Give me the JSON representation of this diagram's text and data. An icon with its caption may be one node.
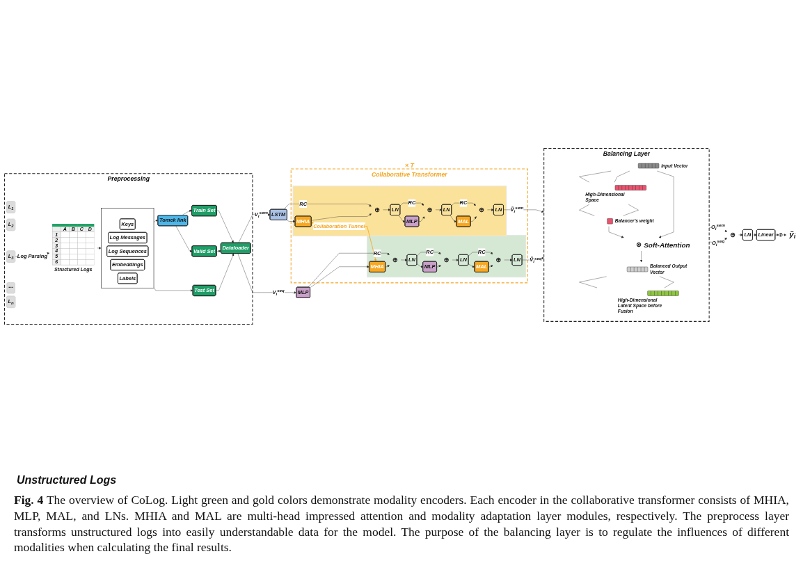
{
  "diagram": {
    "caption": "**Fig. 4** The overview of CoLog. Light green and gold colors demonstrate modality encoders. Each encoder in the collaborative transformer consists of MHIA, MLP, MAL, and LNs. MHIA and MAL are multi-head impressed attention and modality adaptation layer modules, respectively. The preprocess layer transforms unstructured logs into easily understandable data for the model. The purpose of the balancing layer is to regulate the influences of different modalities when calculating the final results.",
    "nodes": [
      {
        "text": [
          "Preprocessing"
        ]
      },
      {
        "text": [
          "L$_{1}$"
        ],
        "in": 0
      },
      {
        "text": [
          "L$_{2}$"
        ],
        "in": 0
      },
      {
        "text": [
          "L$_{3}$"
        ],
        "in": 0
      },
      {
        "text": [
          "⋯"
        ],
        "in": 0
      },
      {
        "text": [
          "L$_{n}$"
        ],
        "in": 0
      },
      {
        "text": [
          "A",
          "B",
          "C",
          "D",
          "1",
          "2",
          "3",
          "4",
          "5",
          "6"
        ],
        "beside": [
          "Structured Logs"
        ],
        "in": 0
      },
      {
        "text": [],
        "shape": "box",
        "in": 0
      },
      {
        "text": [
          "Keys"
        ],
        "in": 7
      },
      {
        "text": [
          "Log Messages"
        ],
        "in": 7
      },
      {
        "text": [
          "Log Sequences"
        ],
        "in": 7
      },
      {
        "text": [
          "Embeddings"
        ],
        "in": 7
      },
      {
        "text": [
          "Labels"
        ],
        "in": 7
      },
      {
        "text": [
          "Tomek link"
        ],
        "in": 0
      },
      {
        "text": [
          "Train Set"
        ],
        "in": 0
      },
      {
        "text": [
          "Valid Set"
        ],
        "in": 0
      },
      {
        "text": [
          "Test Set"
        ],
        "in": 0
      },
      {
        "text": [
          "Dataloader"
        ],
        "in": 0
      },
      {
        "text": [
          "× T",
          "Collaborative Transformer"
        ]
      },
      {
        "text": [],
        "shape": "box",
        "in": 18
      },
      {
        "text": [],
        "shape": "box",
        "in": 18
      },
      {
        "text": [
          "LN"
        ],
        "in": 19
      },
      {
        "text": [
          "⊕"
        ],
        "in": 19
      },
      {
        "text": [
          "MAL"
        ],
        "in": 19
      },
      {
        "text": [
          "LN"
        ],
        "in": 19
      },
      {
        "text": [
          "⊕"
        ],
        "in": 19
      },
      {
        "text": [
          "MLP"
        ],
        "in": 19
      },
      {
        "text": [
          "LN"
        ],
        "in": 19
      },
      {
        "text": [
          "⊕"
        ],
        "in": 19
      },
      {
        "text": [
          "MHIA"
        ],
        "in": 19
      },
      {
        "text": [
          "LN"
        ],
        "in": 20
      },
      {
        "text": [
          "⊕"
        ],
        "in": 20
      },
      {
        "text": [
          "MAL"
        ],
        "in": 20
      },
      {
        "text": [
          "LN"
        ],
        "in": 20
      },
      {
        "text": [
          "⊕"
        ],
        "in": 20
      },
      {
        "text": [
          "MLP"
        ],
        "in": 20
      },
      {
        "text": [
          "LN"
        ],
        "in": 20
      },
      {
        "text": [
          "⊕"
        ],
        "in": 20
      },
      {
        "text": [
          "MHIA"
        ],
        "in": 20
      },
      {
        "text": [
          "Balancing Layer"
        ]
      },
      {
        "text": [],
        "shape": "bar",
        "beside": [
          "Input Vector"
        ],
        "in": 39
      },
      {
        "text": [],
        "shape": "bar",
        "beside": [
          "High-Dimensional Space"
        ],
        "in": 39
      },
      {
        "text": [],
        "shape": "box",
        "beside": [
          "Balancer's weight"
        ],
        "in": 39
      },
      {
        "text": [
          "⊗"
        ],
        "beside": [
          "Soft-Attention"
        ],
        "in": 39
      },
      {
        "text": [],
        "shape": "bar",
        "beside": [
          "Balanced Output Vector"
        ],
        "in": 39
      },
      {
        "text": [],
        "shape": "bar",
        "beside": [
          "High-Dimensional Latent Space before Fusion"
        ],
        "in": 39
      },
      {
        "text": [
          "⊕"
        ]
      },
      {
        "text": [
          "LN"
        ]
      },
      {
        "text": [
          "Linear"
        ]
      },
      {
        "text": [
          "f"
        ]
      },
      {
        "text": [
          "ỹ$_{i}$"
        ]
      },
      {
        "text": [
          "LSTM"
        ]
      },
      {
        "text": [
          "MLP"
        ]
      }
    ],
    "edges": [
      {
        "from": 3,
        "to": 6,
        "arrow": "to",
        "label": "Log Parsing"
      },
      {
        "from": 6,
        "to": 7,
        "arrow": "to"
      },
      {
        "from": 7,
        "to": 13,
        "arrow": "to"
      },
      {
        "from": 7,
        "to": 16,
        "arrow": "to"
      },
      {
        "from": 13,
        "to": 14,
        "arrow": "to"
      },
      {
        "from": 13,
        "to": 15,
        "arrow": "to"
      },
      {
        "from": 14,
        "to": 17,
        "arrow": "to"
      },
      {
        "from": 15,
        "to": 17,
        "arrow": "to"
      },
      {
        "from": 16,
        "to": 17,
        "arrow": "to"
      },
      {
        "from": 17,
        "to": 51,
        "arrow": "to",
        "label": "V$_{i}$$^{sem}$"
      },
      {
        "from": 17,
        "to": 52,
        "arrow": "to",
        "label": "V$_{i}$$^{seq}$"
      },
      {
        "from": 51,
        "to": 29,
        "arrow": "to"
      },
      {
        "from": 51,
        "to": 28,
        "arrow": "to",
        "label": "RC"
      },
      {
        "from": 29,
        "to": 28,
        "arrow": "to"
      },
      {
        "from": 28,
        "to": 27,
        "arrow": "to"
      },
      {
        "from": 27,
        "to": 26,
        "arrow": "to"
      },
      {
        "from": 27,
        "to": 25,
        "arrow": "to",
        "label": "RC"
      },
      {
        "from": 26,
        "to": 25,
        "arrow": "to"
      },
      {
        "from": 25,
        "to": 24,
        "arrow": "to"
      },
      {
        "from": 24,
        "to": 23,
        "arrow": "to"
      },
      {
        "from": 24,
        "to": 22,
        "arrow": "to",
        "label": "RC"
      },
      {
        "from": 23,
        "to": 22,
        "arrow": "to"
      },
      {
        "from": 22,
        "to": 21,
        "arrow": "to"
      },
      {
        "from": 52,
        "to": 38,
        "arrow": "to"
      },
      {
        "from": 52,
        "to": 37,
        "arrow": "to",
        "label": "RC"
      },
      {
        "from": 38,
        "to": 37,
        "arrow": "to"
      },
      {
        "from": 37,
        "to": 36,
        "arrow": "to"
      },
      {
        "from": 36,
        "to": 35,
        "arrow": "to"
      },
      {
        "from": 36,
        "to": 34,
        "arrow": "to",
        "label": "RC"
      },
      {
        "from": 35,
        "to": 34,
        "arrow": "to"
      },
      {
        "from": 34,
        "to": 33,
        "arrow": "to"
      },
      {
        "from": 33,
        "to": 32,
        "arrow": "to"
      },
      {
        "from": 33,
        "to": 31,
        "arrow": "to",
        "label": "RC"
      },
      {
        "from": 32,
        "to": 31,
        "arrow": "to"
      },
      {
        "from": 31,
        "to": 30,
        "arrow": "to"
      },
      {
        "from": 29,
        "to": 38,
        "arrow": "both",
        "label": "Collaboration Tunnel",
        "color": "#f5a623"
      },
      {
        "from": 21,
        "to": 39,
        "arrow": "to",
        "label": "Ṽ$_{i}$$^{sem}$"
      },
      {
        "from": 30,
        "to": 39,
        "arrow": "to",
        "label": "Ṽ$_{i}$$^{seq}$"
      },
      {
        "from": 40,
        "to": 41,
        "arrow": "none"
      },
      {
        "from": 40,
        "to": 41,
        "arrow": "none"
      },
      {
        "from": 41,
        "to": 42,
        "arrow": "none"
      },
      {
        "from": 41,
        "to": 42,
        "arrow": "none"
      },
      {
        "from": 42,
        "to": 43,
        "arrow": "to"
      },
      {
        "from": 40,
        "to": 43,
        "arrow": "to"
      },
      {
        "from": 43,
        "to": 44,
        "arrow": "to"
      },
      {
        "from": 44,
        "to": 45,
        "arrow": "none"
      },
      {
        "from": 44,
        "to": 45,
        "arrow": "none"
      },
      {
        "from": 39,
        "to": 46,
        "arrow": "to",
        "label": "O$_{i}$$^{sem}$"
      },
      {
        "from": 39,
        "to": 46,
        "arrow": "to",
        "label": "O$_{i}$$^{seq}$"
      },
      {
        "from": 46,
        "to": 47,
        "arrow": "to"
      },
      {
        "from": 47,
        "to": 48,
        "arrow": "to"
      },
      {
        "from": 48,
        "to": 49,
        "arrow": "to"
      },
      {
        "from": 49,
        "to": 50,
        "arrow": "to"
      }
    ],
    "labels": [
      "Unstructured Logs"
    ]
  }
}
